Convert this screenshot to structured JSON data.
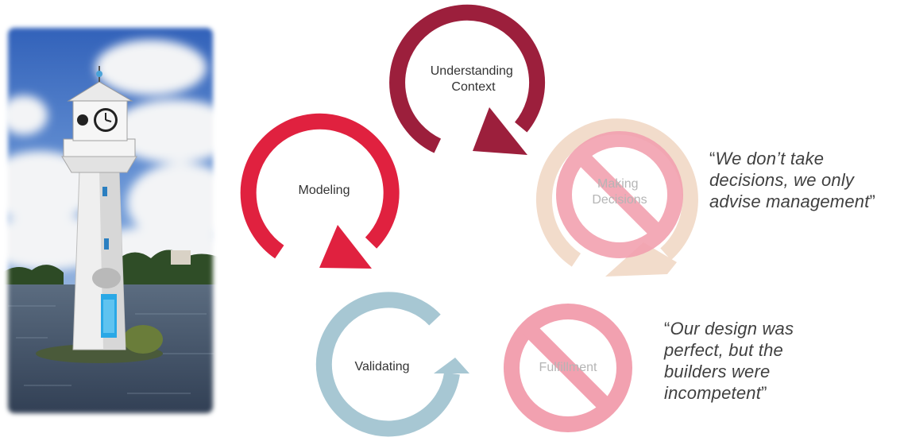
{
  "stages": [
    {
      "id": "understanding",
      "label_lines": [
        "Understanding",
        "Context"
      ],
      "color": "#9c1f3c",
      "label_color": "#333333",
      "crossed": false
    },
    {
      "id": "modeling",
      "label_lines": [
        "Modeling"
      ],
      "color": "#e0213f",
      "label_color": "#333333",
      "crossed": false
    },
    {
      "id": "decisions",
      "label_lines": [
        "Making",
        "Decisions"
      ],
      "color": "#f2dccb",
      "label_color": "#b5b5b5",
      "crossed": true
    },
    {
      "id": "validating",
      "label_lines": [
        "Validating"
      ],
      "color": "#a7c7d3",
      "label_color": "#333333",
      "crossed": false
    },
    {
      "id": "fulfillment",
      "label_lines": [
        "Fulfillment"
      ],
      "color": "#a7c7d3",
      "label_color": "#b5b5b5",
      "crossed": true
    }
  ],
  "colors": {
    "prohibition": "#f2a1b0",
    "quote_text": "#404040"
  },
  "quotes": [
    {
      "open": "“",
      "lines": [
        "We don’t take",
        "decisions, we only",
        "advise management"
      ],
      "close": "”"
    },
    {
      "open": "“",
      "lines": [
        "Our design was",
        "perfect, but the",
        "builders were",
        "incompetent"
      ],
      "close": "”"
    }
  ],
  "photo": {
    "icon": "clock-tower-lighthouse-photo"
  }
}
